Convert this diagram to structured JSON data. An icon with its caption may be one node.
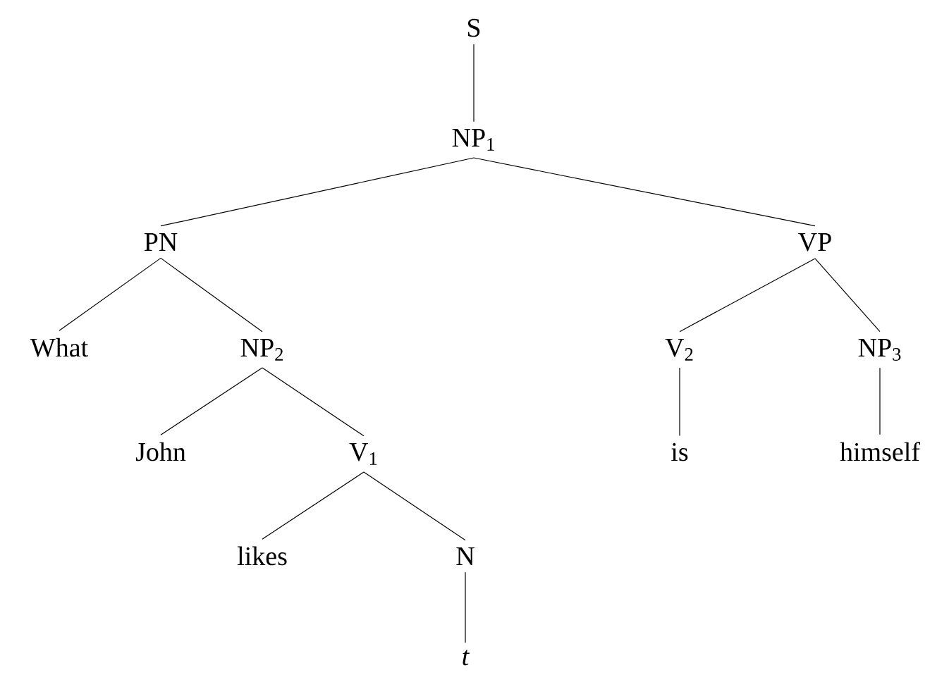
{
  "diagram": {
    "nodes": [
      {
        "text": [
          "S"
        ]
      },
      {
        "text": [
          "NP$_{1}$"
        ]
      },
      {
        "text": [
          "PN"
        ]
      },
      {
        "text": [
          "VP"
        ]
      },
      {
        "text": [
          "What"
        ]
      },
      {
        "text": [
          "NP$_{2}$"
        ]
      },
      {
        "text": [
          "V$_{2}$"
        ]
      },
      {
        "text": [
          "NP$_{3}$"
        ]
      },
      {
        "text": [
          "John"
        ]
      },
      {
        "text": [
          "V$_{1}$"
        ]
      },
      {
        "text": [
          "is"
        ]
      },
      {
        "text": [
          "himself"
        ]
      },
      {
        "text": [
          "likes"
        ]
      },
      {
        "text": [
          "N"
        ]
      },
      {
        "text": [
          "t"
        ]
      }
    ],
    "edges": [
      {
        "from": 0,
        "to": 1,
        "arrow": "none"
      },
      {
        "from": 1,
        "to": 2,
        "arrow": "none"
      },
      {
        "from": 1,
        "to": 3,
        "arrow": "none"
      },
      {
        "from": 2,
        "to": 4,
        "arrow": "none"
      },
      {
        "from": 2,
        "to": 5,
        "arrow": "none"
      },
      {
        "from": 3,
        "to": 6,
        "arrow": "none"
      },
      {
        "from": 3,
        "to": 7,
        "arrow": "none"
      },
      {
        "from": 5,
        "to": 8,
        "arrow": "none"
      },
      {
        "from": 5,
        "to": 9,
        "arrow": "none"
      },
      {
        "from": 6,
        "to": 10,
        "arrow": "none"
      },
      {
        "from": 7,
        "to": 11,
        "arrow": "none"
      },
      {
        "from": 9,
        "to": 12,
        "arrow": "none"
      },
      {
        "from": 9,
        "to": 13,
        "arrow": "none"
      },
      {
        "from": 13,
        "to": 14,
        "arrow": "none"
      }
    ]
  }
}
